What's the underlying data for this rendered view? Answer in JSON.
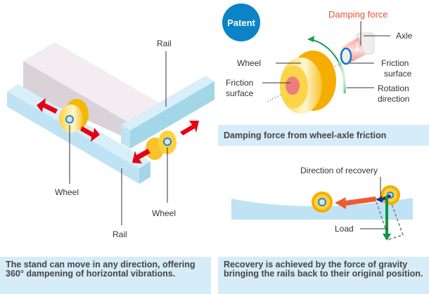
{
  "left_panel": {
    "labels": {
      "rail_top": "Rail",
      "wheel_left": "Wheel",
      "wheel_right": "Wheel",
      "rail_bottom": "Rail"
    },
    "caption": "The stand can move in any direction, offering 360° dampening of horizontal vibrations."
  },
  "top_right_panel": {
    "badge": "Patent",
    "labels": {
      "damping_force": "Damping force",
      "axle": "Axle",
      "wheel": "Wheel",
      "friction_surface_right_1": "Friction",
      "friction_surface_right_2": "surface",
      "friction_surface_left_1": "Friction",
      "friction_surface_left_2": "surface",
      "rotation_1": "Rotation",
      "rotation_2": "direction"
    },
    "caption": "Damping force from wheel-axle friction"
  },
  "bottom_right_panel": {
    "labels": {
      "direction_of_recovery": "Direction of recovery",
      "load": "Load"
    },
    "caption": "Recovery is achieved by the force of gravity bringing the rails back to their original position."
  },
  "colors": {
    "rail": "#bfe3f5",
    "rail_side": "#a3d6e6",
    "block": "#ede4ea",
    "wheel": "#fbcf3a",
    "arrow_red": "#e60012",
    "recovery_arrow": "#ef5a30",
    "load_arrow": "#109447",
    "patent_badge": "#0a84c6",
    "caption_bg": "#d6ecf8"
  }
}
